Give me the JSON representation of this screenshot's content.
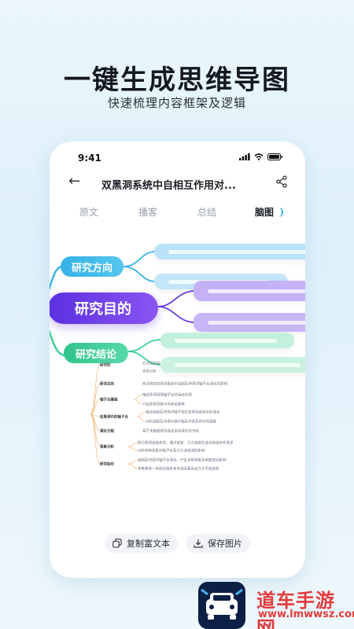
{
  "hero": {
    "title": "一键生成思维导图",
    "subtitle": "快速梳理内容框架及逻辑"
  },
  "status": {
    "time": "9:41"
  },
  "nav": {
    "back_icon": "back-arrow-icon",
    "title": "双黑洞系统中自相互作用对...",
    "share_icon": "share-icon"
  },
  "tabs": [
    {
      "label": "原文",
      "active": false
    },
    {
      "label": "播客",
      "active": false
    },
    {
      "label": "总结",
      "active": false
    },
    {
      "label": "脑图",
      "active": true
    }
  ],
  "mindmap": {
    "nodes": {
      "direction": "研究方向",
      "purpose": "研究目的",
      "conclusion": "研究结论"
    },
    "colors": {
      "direction": "#3bb4e8",
      "purpose": "#6c3ce8",
      "conclusion": "#3fcf95",
      "ghost_blue": "#9fd3f5",
      "ghost_purple": "#b69af0",
      "ghost_green": "#a8ecd0"
    },
    "tree_rows": [
      {
        "label": "研究的",
        "leaves": [
          "它分别是有一……",
          "关系分析"
        ]
      },
      {
        "label": "研究目的",
        "leaves": [
          "首次研究双黑洞系统中自相互作用对轴子云演化的影响"
        ]
      },
      {
        "label": "轴子云基础",
        "leaves": [
          "轴这黑洞周围轴子云的运动方程",
          "介绍双黑洞各方向本征频率"
        ]
      },
      {
        "label": "双黑洞中的轴子云",
        "leaves": [
          "阐述自相互作用对轴子场在双黑洞系统中的演化",
          "分析自相互作用与潮汐相互作用及其对场强度"
        ]
      },
      {
        "label": "演化方程",
        "leaves": [
          "基于未确量修及描述系统演化的方程"
        ]
      },
      {
        "label": "现象分析",
        "leaves": [
          "探讨黑洞自旋寿命、潮汐锁定、引力波相位变化和谐条件要求",
          "分析各种现象对轴子云及引力波观测的影响"
        ]
      },
      {
        "label": "研究结论",
        "leaves": [
          "自相互作用对轴子云演化、产生多种现象及参数空间影响",
          "未来需进一步研究相关未考虑因素及动力学不稳定性"
        ]
      }
    ]
  },
  "buttons": {
    "copy": "复制富文本",
    "save": "保存图片"
  },
  "watermark": {
    "name": "道车手游网",
    "url": "www.lmwwsz.com"
  }
}
